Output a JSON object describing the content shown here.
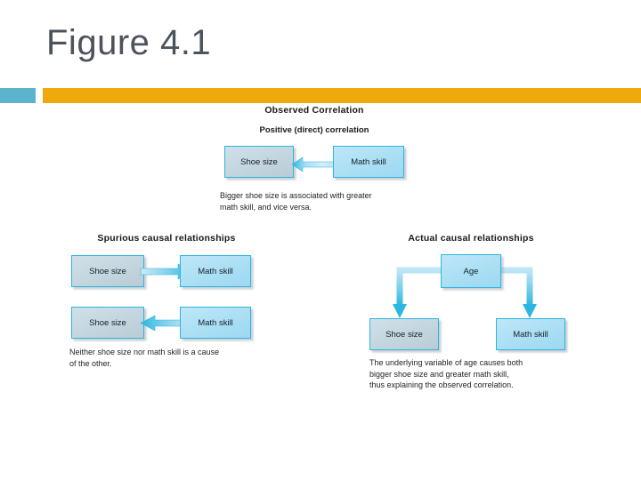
{
  "slide": {
    "title": "Figure 4.1",
    "accent_teal": "#5bb3cd",
    "accent_orange": "#f0a90c",
    "title_color": "#4c535c",
    "background": "#ffffff"
  },
  "figure": {
    "box_border_color": "#2cb6e2",
    "box_fill_gray": "#c6d8e1",
    "box_fill_blue": "#a9defa",
    "arrow_color": "#2cb6e2",
    "observed": {
      "heading": "Observed Correlation",
      "subheading": "Positive (direct) correlation",
      "left_box": "Shoe size",
      "right_box": "Math skill",
      "arrow": "double-headed-horizontal-arrow",
      "caption_line1": "Bigger shoe size is associated with greater",
      "caption_line2": "math skill, and vice versa."
    },
    "spurious": {
      "heading": "Spurious causal relationships",
      "row1": {
        "left_box": "Shoe size",
        "right_box": "Math skill",
        "arrow": "right-arrow"
      },
      "row2": {
        "left_box": "Shoe size",
        "right_box": "Math skill",
        "arrow": "left-arrow"
      },
      "caption_line1": "Neither shoe size nor math skill is a cause",
      "caption_line2": "of the other."
    },
    "actual": {
      "heading": "Actual causal relationships",
      "top_box": "Age",
      "left_box": "Shoe size",
      "right_box": "Math skill",
      "arrow_left": "elbow-down-arrow-left",
      "arrow_right": "elbow-down-arrow-right",
      "caption_line1": "The underlying variable of age causes both",
      "caption_line2": "bigger shoe size and greater math skill,",
      "caption_line3": "thus explaining the observed correlation."
    }
  }
}
